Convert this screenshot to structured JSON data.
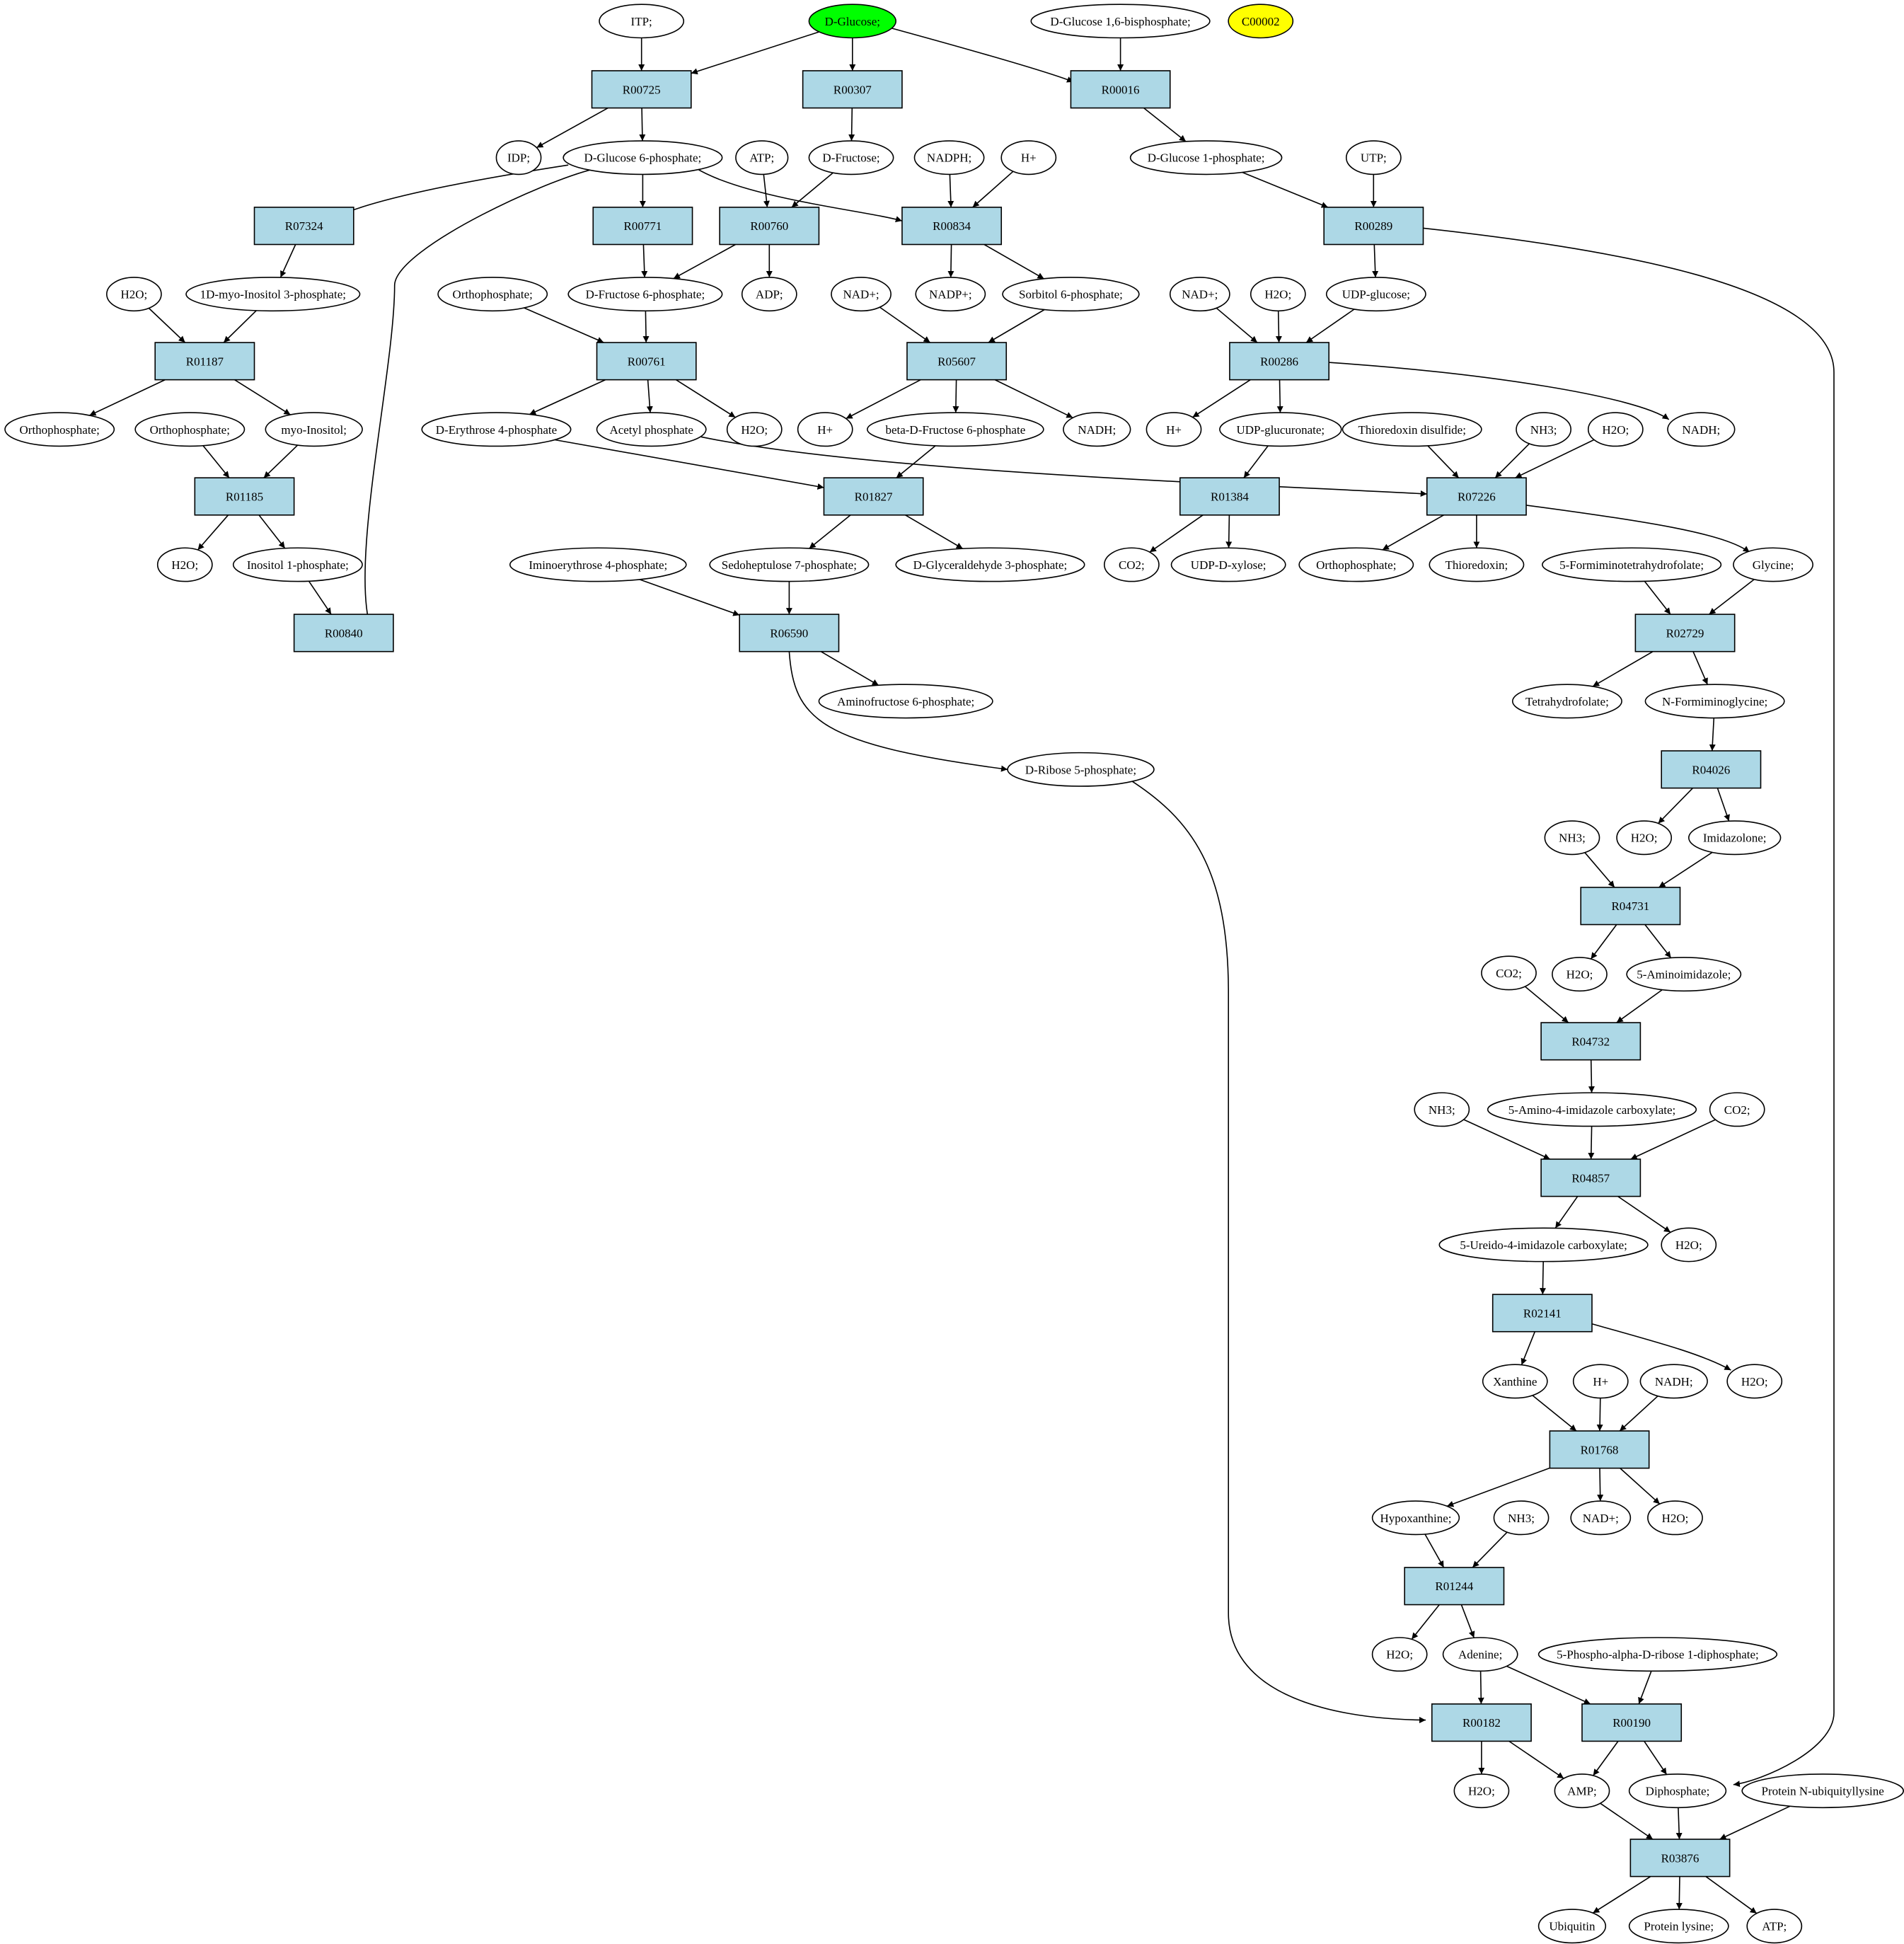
{
  "colors": {
    "reaction_fill": "#add8e6",
    "compound_fill": "#ffffff",
    "start_fill": "#00ff00",
    "highlight_fill": "#ffff00"
  },
  "compounds": [
    {
      "id": "c_itp",
      "label": "ITP;"
    },
    {
      "id": "c_glc",
      "label": "D-Glucose;",
      "fill": "#00ff00"
    },
    {
      "id": "c_g16",
      "label": "D-Glucose 1,6-bisphosphate;"
    },
    {
      "id": "c_c2",
      "label": "C00002",
      "fill": "#ffff00"
    },
    {
      "id": "c_idp",
      "label": "IDP;"
    },
    {
      "id": "c_g6p",
      "label": "D-Glucose 6-phosphate;"
    },
    {
      "id": "c_atp1",
      "label": "ATP;"
    },
    {
      "id": "c_fru",
      "label": "D-Fructose;"
    },
    {
      "id": "c_nadph",
      "label": "NADPH;"
    },
    {
      "id": "c_hp1",
      "label": "H+"
    },
    {
      "id": "c_g1p",
      "label": "D-Glucose 1-phosphate;"
    },
    {
      "id": "c_utp",
      "label": "UTP;"
    },
    {
      "id": "c_h2o_a",
      "label": "H2O;"
    },
    {
      "id": "c_mi3p",
      "label": "1D-myo-Inositol 3-phosphate;"
    },
    {
      "id": "c_orth_a",
      "label": "Orthophosphate;"
    },
    {
      "id": "c_f6p",
      "label": "D-Fructose 6-phosphate;"
    },
    {
      "id": "c_adp",
      "label": "ADP;"
    },
    {
      "id": "c_nadp",
      "label": "NAD+;"
    },
    {
      "id": "c_nadpp",
      "label": "NADP+;"
    },
    {
      "id": "c_s6p",
      "label": "Sorbitol 6-phosphate;"
    },
    {
      "id": "c_nad_b",
      "label": "NAD+;"
    },
    {
      "id": "c_h2o_b",
      "label": "H2O;"
    },
    {
      "id": "c_udpg",
      "label": "UDP-glucose;"
    },
    {
      "id": "c_orth_b",
      "label": "Orthophosphate;"
    },
    {
      "id": "c_orth_c",
      "label": "Orthophosphate;"
    },
    {
      "id": "c_myo",
      "label": "myo-Inositol;"
    },
    {
      "id": "c_e4p",
      "label": "D-Erythrose 4-phosphate"
    },
    {
      "id": "c_acp",
      "label": "Acetyl phosphate"
    },
    {
      "id": "c_h2o_c",
      "label": "H2O;"
    },
    {
      "id": "c_hp2",
      "label": "H+"
    },
    {
      "id": "c_bf6p",
      "label": "beta-D-Fructose 6-phosphate"
    },
    {
      "id": "c_nadh1",
      "label": "NADH;"
    },
    {
      "id": "c_hp3",
      "label": "H+"
    },
    {
      "id": "c_udpgu",
      "label": "UDP-glucuronate;"
    },
    {
      "id": "c_trxs",
      "label": "Thioredoxin disulfide;"
    },
    {
      "id": "c_nh3_a",
      "label": "NH3;"
    },
    {
      "id": "c_h2o_d",
      "label": "H2O;"
    },
    {
      "id": "c_nadh2",
      "label": "NADH;"
    },
    {
      "id": "c_h2o_e",
      "label": "H2O;"
    },
    {
      "id": "c_ino1p",
      "label": "Inositol 1-phosphate;"
    },
    {
      "id": "c_ie4p",
      "label": "Iminoerythrose 4-phosphate;"
    },
    {
      "id": "c_s7p",
      "label": "Sedoheptulose 7-phosphate;"
    },
    {
      "id": "c_gap",
      "label": "D-Glyceraldehyde 3-phosphate;"
    },
    {
      "id": "c_co2_a",
      "label": "CO2;"
    },
    {
      "id": "c_udpx",
      "label": "UDP-D-xylose;"
    },
    {
      "id": "c_orth_d",
      "label": "Orthophosphate;"
    },
    {
      "id": "c_trx",
      "label": "Thioredoxin;"
    },
    {
      "id": "c_fthf",
      "label": "5-Formiminotetrahydrofolate;"
    },
    {
      "id": "c_gly",
      "label": "Glycine;"
    },
    {
      "id": "c_af6p",
      "label": "Aminofructose 6-phosphate;"
    },
    {
      "id": "c_thf",
      "label": "Tetrahydrofolate;"
    },
    {
      "id": "c_fgly",
      "label": "N-Formiminoglycine;"
    },
    {
      "id": "c_r5p",
      "label": "D-Ribose 5-phosphate;"
    },
    {
      "id": "c_nh3_b",
      "label": "NH3;"
    },
    {
      "id": "c_h2o_f",
      "label": "H2O;"
    },
    {
      "id": "c_imz",
      "label": "Imidazolone;"
    },
    {
      "id": "c_h2o_g",
      "label": "H2O;"
    },
    {
      "id": "c_aim",
      "label": "5-Aminoimidazole;"
    },
    {
      "id": "c_co2_b",
      "label": "CO2;"
    },
    {
      "id": "c_nh3_c",
      "label": "NH3;"
    },
    {
      "id": "c_aic",
      "label": "5-Amino-4-imidazole carboxylate;"
    },
    {
      "id": "c_co2_c",
      "label": "CO2;"
    },
    {
      "id": "c_uic",
      "label": "5-Ureido-4-imidazole carboxylate;"
    },
    {
      "id": "c_h2o_h",
      "label": "H2O;"
    },
    {
      "id": "c_xan",
      "label": "Xanthine"
    },
    {
      "id": "c_hp4",
      "label": "H+"
    },
    {
      "id": "c_nadh3",
      "label": "NADH;"
    },
    {
      "id": "c_h2o_i",
      "label": "H2O;"
    },
    {
      "id": "c_hyp",
      "label": "Hypoxanthine;"
    },
    {
      "id": "c_nh3_d",
      "label": "NH3;"
    },
    {
      "id": "c_nadp_c",
      "label": "NAD+;"
    },
    {
      "id": "c_h2o_j",
      "label": "H2O;"
    },
    {
      "id": "c_h2o_k",
      "label": "H2O;"
    },
    {
      "id": "c_ade",
      "label": "Adenine;"
    },
    {
      "id": "c_prpp",
      "label": "5-Phospho-alpha-D-ribose 1-diphosphate;"
    },
    {
      "id": "c_h2o_l",
      "label": "H2O;"
    },
    {
      "id": "c_amp",
      "label": "AMP;"
    },
    {
      "id": "c_ppi",
      "label": "Diphosphate;"
    },
    {
      "id": "c_pnu",
      "label": "Protein N-ubiquityllysine"
    },
    {
      "id": "c_ubq",
      "label": "Ubiquitin"
    },
    {
      "id": "c_plys",
      "label": "Protein lysine;"
    },
    {
      "id": "c_atp2",
      "label": "ATP;"
    }
  ],
  "reactions": [
    {
      "id": "r00725",
      "label": "R00725"
    },
    {
      "id": "r00307",
      "label": "R00307"
    },
    {
      "id": "r00016",
      "label": "R00016"
    },
    {
      "id": "r07324",
      "label": "R07324"
    },
    {
      "id": "r00771",
      "label": "R00771"
    },
    {
      "id": "r00760",
      "label": "R00760"
    },
    {
      "id": "r00834",
      "label": "R00834"
    },
    {
      "id": "r00289",
      "label": "R00289"
    },
    {
      "id": "r01187",
      "label": "R01187"
    },
    {
      "id": "r00761",
      "label": "R00761"
    },
    {
      "id": "r05607",
      "label": "R05607"
    },
    {
      "id": "r00286",
      "label": "R00286"
    },
    {
      "id": "r01185",
      "label": "R01185"
    },
    {
      "id": "r01827",
      "label": "R01827"
    },
    {
      "id": "r01384",
      "label": "R01384"
    },
    {
      "id": "r07226",
      "label": "R07226"
    },
    {
      "id": "r00840",
      "label": "R00840"
    },
    {
      "id": "r06590",
      "label": "R06590"
    },
    {
      "id": "r02729",
      "label": "R02729"
    },
    {
      "id": "r04026",
      "label": "R04026"
    },
    {
      "id": "r04731",
      "label": "R04731"
    },
    {
      "id": "r04732",
      "label": "R04732"
    },
    {
      "id": "r04857",
      "label": "R04857"
    },
    {
      "id": "r02141",
      "label": "R02141"
    },
    {
      "id": "r01768",
      "label": "R01768"
    },
    {
      "id": "r01244",
      "label": "R01244"
    },
    {
      "id": "r00182",
      "label": "R00182"
    },
    {
      "id": "r00190",
      "label": "R00190"
    },
    {
      "id": "r03876",
      "label": "R03876"
    }
  ],
  "edges": [
    [
      "c_itp",
      "r00725"
    ],
    [
      "c_glc",
      "r00725"
    ],
    [
      "r00725",
      "c_idp"
    ],
    [
      "r00725",
      "c_g6p"
    ],
    [
      "c_glc",
      "r00307"
    ],
    [
      "r00307",
      "c_fru"
    ],
    [
      "c_glc",
      "r00016"
    ],
    [
      "c_g16",
      "r00016"
    ],
    [
      "r00016",
      "c_g1p"
    ],
    [
      "c_g6p",
      "r07324"
    ],
    [
      "r07324",
      "c_mi3p"
    ],
    [
      "c_g6p",
      "r00771"
    ],
    [
      "r00771",
      "c_f6p"
    ],
    [
      "c_atp1",
      "r00760"
    ],
    [
      "c_fru",
      "r00760"
    ],
    [
      "r00760",
      "c_f6p"
    ],
    [
      "r00760",
      "c_adp"
    ],
    [
      "c_g6p",
      "r00834"
    ],
    [
      "c_nadph",
      "r00834"
    ],
    [
      "c_hp1",
      "r00834"
    ],
    [
      "r00834",
      "c_nadpp"
    ],
    [
      "r00834",
      "c_s6p"
    ],
    [
      "c_g1p",
      "r00289"
    ],
    [
      "c_utp",
      "r00289"
    ],
    [
      "r00289",
      "c_udpg"
    ],
    [
      "r00289",
      "c_ppi"
    ],
    [
      "c_h2o_a",
      "r01187"
    ],
    [
      "c_mi3p",
      "r01187"
    ],
    [
      "r01187",
      "c_orth_b"
    ],
    [
      "r01187",
      "c_myo"
    ],
    [
      "c_orth_a",
      "r00761"
    ],
    [
      "c_f6p",
      "r00761"
    ],
    [
      "r00761",
      "c_e4p"
    ],
    [
      "r00761",
      "c_acp"
    ],
    [
      "r00761",
      "c_h2o_c"
    ],
    [
      "c_nadp",
      "r05607"
    ],
    [
      "c_s6p",
      "r05607"
    ],
    [
      "r05607",
      "c_hp2"
    ],
    [
      "r05607",
      "c_bf6p"
    ],
    [
      "r05607",
      "c_nadh1"
    ],
    [
      "c_nad_b",
      "r00286"
    ],
    [
      "c_h2o_b",
      "r00286"
    ],
    [
      "c_udpg",
      "r00286"
    ],
    [
      "r00286",
      "c_hp3"
    ],
    [
      "r00286",
      "c_udpgu"
    ],
    [
      "r00286",
      "c_nadh2"
    ],
    [
      "c_orth_c",
      "r01185"
    ],
    [
      "c_myo",
      "r01185"
    ],
    [
      "r01185",
      "c_h2o_e"
    ],
    [
      "r01185",
      "c_ino1p"
    ],
    [
      "c_e4p",
      "r01827"
    ],
    [
      "c_bf6p",
      "r01827"
    ],
    [
      "r01827",
      "c_s7p"
    ],
    [
      "r01827",
      "c_gap"
    ],
    [
      "c_udpgu",
      "r01384"
    ],
    [
      "r01384",
      "c_co2_a"
    ],
    [
      "r01384",
      "c_udpx"
    ],
    [
      "c_acp",
      "r07226"
    ],
    [
      "c_trxs",
      "r07226"
    ],
    [
      "c_nh3_a",
      "r07226"
    ],
    [
      "c_h2o_d",
      "r07226"
    ],
    [
      "r07226",
      "c_orth_d"
    ],
    [
      "r07226",
      "c_trx"
    ],
    [
      "r07226",
      "c_gly"
    ],
    [
      "c_ino1p",
      "r00840"
    ],
    [
      "r00840",
      "c_g6p"
    ],
    [
      "c_ie4p",
      "r06590"
    ],
    [
      "c_s7p",
      "r06590"
    ],
    [
      "r06590",
      "c_af6p"
    ],
    [
      "r06590",
      "c_r5p"
    ],
    [
      "c_fthf",
      "r02729"
    ],
    [
      "c_gly",
      "r02729"
    ],
    [
      "r02729",
      "c_thf"
    ],
    [
      "r02729",
      "c_fgly"
    ],
    [
      "c_fgly",
      "r04026"
    ],
    [
      "r04026",
      "c_h2o_f"
    ],
    [
      "r04026",
      "c_imz"
    ],
    [
      "c_nh3_b",
      "r04731"
    ],
    [
      "c_imz",
      "r04731"
    ],
    [
      "r04731",
      "c_h2o_g"
    ],
    [
      "r04731",
      "c_aim"
    ],
    [
      "c_co2_b",
      "r04732"
    ],
    [
      "c_aim",
      "r04732"
    ],
    [
      "r04732",
      "c_aic"
    ],
    [
      "c_nh3_c",
      "r04857"
    ],
    [
      "c_aic",
      "r04857"
    ],
    [
      "c_co2_c",
      "r04857"
    ],
    [
      "r04857",
      "c_uic"
    ],
    [
      "r04857",
      "c_h2o_h"
    ],
    [
      "c_uic",
      "r02141"
    ],
    [
      "r02141",
      "c_xan"
    ],
    [
      "r02141",
      "c_h2o_i"
    ],
    [
      "c_xan",
      "r01768"
    ],
    [
      "c_hp4",
      "r01768"
    ],
    [
      "c_nadh3",
      "r01768"
    ],
    [
      "r01768",
      "c_hyp"
    ],
    [
      "r01768",
      "c_nadp_c"
    ],
    [
      "r01768",
      "c_h2o_j"
    ],
    [
      "c_hyp",
      "r01244"
    ],
    [
      "c_nh3_d",
      "r01244"
    ],
    [
      "r01244",
      "c_h2o_k"
    ],
    [
      "r01244",
      "c_ade"
    ],
    [
      "c_r5p",
      "r00182"
    ],
    [
      "c_ade",
      "r00182"
    ],
    [
      "r00182",
      "c_h2o_l"
    ],
    [
      "r00182",
      "c_amp"
    ],
    [
      "c_ade",
      "r00190"
    ],
    [
      "c_prpp",
      "r00190"
    ],
    [
      "r00190",
      "c_amp"
    ],
    [
      "r00190",
      "c_ppi"
    ],
    [
      "c_amp",
      "r03876"
    ],
    [
      "c_ppi",
      "r03876"
    ],
    [
      "c_pnu",
      "r03876"
    ],
    [
      "r03876",
      "c_ubq"
    ],
    [
      "r03876",
      "c_plys"
    ],
    [
      "r03876",
      "c_atp2"
    ]
  ]
}
